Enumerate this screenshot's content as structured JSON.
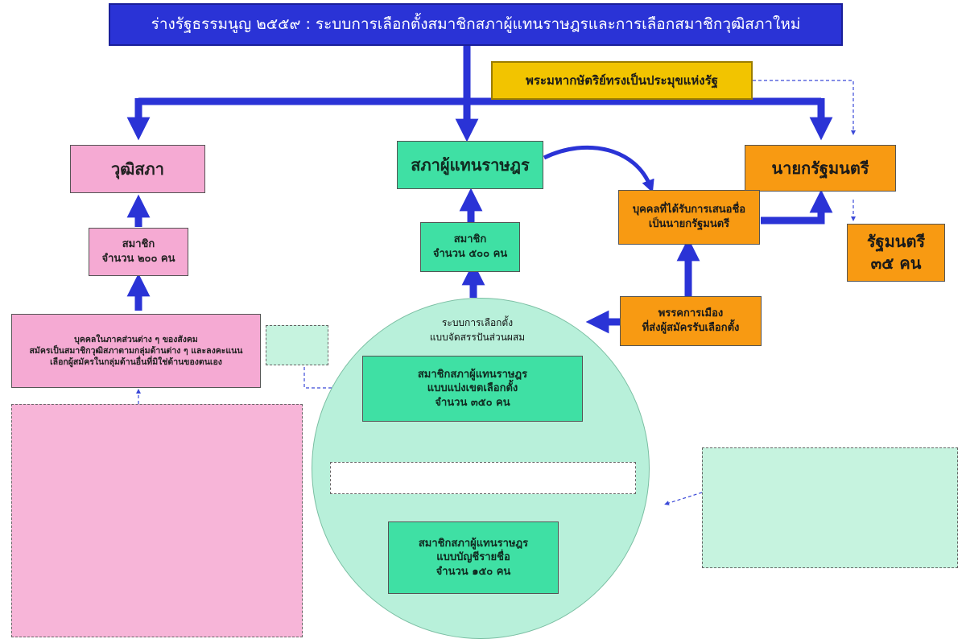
{
  "header": {
    "title": "ร่างรัฐธรรมนูญ ๒๕๕๙ : ระบบการเลือกตั้งสมาชิกสภาผู้แทนราษฎรและการเลือกสมาชิกวุฒิสภาใหม่",
    "page_ref": ""
  },
  "nodes": {
    "king": "พระมหากษัตริย์ทรงเป็นประมุขแห่งรัฐ",
    "senate": "วุฒิสภา",
    "house": "สภาผู้แทนราษฎร",
    "pm": "นายกรัฐมนตรี",
    "senate_members_1": "สมาชิก",
    "senate_members_2": "จำนวน ๒๐๐ คน",
    "house_members_1": "สมาชิก",
    "house_members_2": "จำนวน ๕๐๐ คน",
    "pm_nominee_1": "บุคคลที่ได้รับการเสนอชื่อ",
    "pm_nominee_2": "เป็นนายกรัฐมนตรี",
    "ministers_1": "รัฐมนตรี",
    "ministers_2": "๓๕ คน",
    "parties_1": "พรรคการเมือง",
    "parties_2": "ที่ส่งผู้สมัครรับเลือกตั้ง",
    "groups_1": "บุคคลในภาคส่วนต่าง ๆ ของสังคม",
    "groups_2": "สมัครเป็นสมาชิกวุฒิสภาตามกลุ่มด้านต่าง ๆ และลงคะแนน",
    "groups_3": "เลือกผู้สมัครในกลุ่มด้านอื่นที่มิใช่ด้านของตนเอง",
    "system_1": "ระบบการเลือกตั้ง",
    "system_2": "แบบจัดสรรปันส่วนผสม",
    "district_1": "สมาชิกสภาผู้แทนราษฎร",
    "district_2": "แบบแบ่งเขตเลือกตั้ง",
    "district_3": "จำนวน ๓๕๐ คน",
    "partylist_1": "สมาชิกสภาผู้แทนราษฎร",
    "partylist_2": "แบบบัญชีรายชื่อ",
    "partylist_3": "จำนวน ๑๕๐ คน"
  },
  "colors": {
    "title_bg": "#2a33d6",
    "arrow_blue": "#2a33d6",
    "royal": "#f2c400",
    "pink": "#f5aad3",
    "green": "#3fe0a4",
    "orange": "#f89a12",
    "circle": "#b8f0da"
  }
}
